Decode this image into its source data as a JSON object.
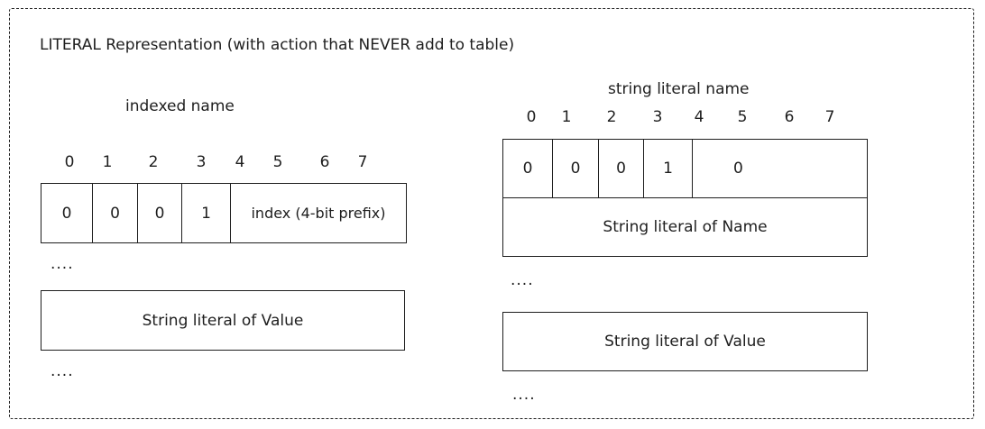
{
  "title": "LITERAL Representation (with action that NEVER add to table)",
  "left": {
    "caption": "indexed name",
    "bit_numbers": [
      "0",
      "1",
      "2",
      "3",
      "4",
      "5",
      "6",
      "7"
    ],
    "cells": [
      "0",
      "0",
      "0",
      "1",
      "index (4-bit prefix)"
    ],
    "ellipsis_1": "....",
    "value_box": "String literal of Value",
    "ellipsis_2": "...."
  },
  "right": {
    "caption": "string literal name",
    "bit_numbers": [
      "0",
      "1",
      "2",
      "3",
      "4",
      "5",
      "6",
      "7"
    ],
    "cells": [
      "0",
      "0",
      "0",
      "1",
      "0"
    ],
    "name_box": "String literal of Name",
    "ellipsis_1": "....",
    "value_box": "String literal of Value",
    "ellipsis_2": "...."
  }
}
